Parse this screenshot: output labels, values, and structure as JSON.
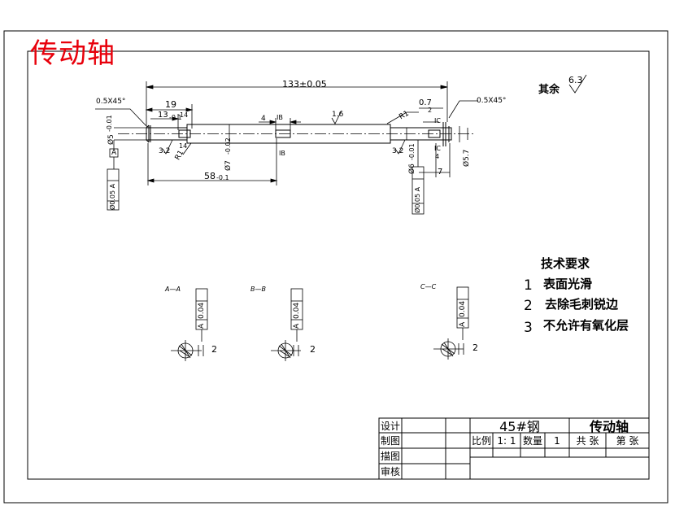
{
  "title": "传动轴",
  "surface_note": {
    "label": "其余",
    "value": "6.3"
  },
  "dimensions": {
    "overall_length": "133±0.05",
    "chamfer_left": "0.5X45°",
    "chamfer_right": "0.5X45°",
    "left_section_length": "19",
    "keyway_length": "13",
    "keyway_length_tol": "-0.1",
    "keyway_width": "14",
    "dia_left": "Ø5",
    "dia_left_tol": "-0.01",
    "center_section": "58",
    "center_section_tol": "-0.1",
    "dia_center": "Ø7",
    "dia_center_tol": "-0.02",
    "slot_length": "4",
    "slot_dim_top": "IB",
    "slot_dim_bottom": "IB",
    "roughness_center": "1.6",
    "fillet_left": "R1",
    "fillet_right": "R1",
    "step_right": "0.7",
    "right_detail_1": "2",
    "right_detail_2": "IC",
    "right_detail_3": "IC",
    "right_detail_4": "4",
    "right_length": "7",
    "dia_right": "Ø5.7",
    "dia_right_small": "Ø6",
    "dia_right_small_tol": "-0.01",
    "roughness_left": "3.2",
    "roughness_right": "3.2",
    "section_a_mark": "14",
    "section_a_mark2": "14"
  },
  "datums": {
    "datum_a": "A",
    "tol_left": "Ø0.05 A",
    "tol_right": "Ø0.05 A"
  },
  "sections": [
    {
      "name": "A—A",
      "tolerance": "0.04",
      "datum": "A",
      "dim": "2"
    },
    {
      "name": "B—B",
      "tolerance": "0.04",
      "datum": "A",
      "dim": "2"
    },
    {
      "name": "C—C",
      "tolerance": "0.04",
      "datum": "A",
      "dim": "2"
    }
  ],
  "requirements": {
    "heading": "技术要求",
    "items": [
      {
        "num": "1",
        "text": "表面光滑"
      },
      {
        "num": "2",
        "text": "去除毛刺锐边"
      },
      {
        "num": "3",
        "text": "不允许有氧化层"
      }
    ]
  },
  "title_block": {
    "design": "设计",
    "draw": "制图",
    "trace": "描图",
    "review": "审核",
    "material": "45#钢",
    "part_name": "传动轴",
    "scale_label": "比例",
    "scale_value": "1: 1",
    "qty_label": "数量",
    "qty_value": "1",
    "total_sheets": "共 张",
    "sheet_no": "第 张"
  }
}
